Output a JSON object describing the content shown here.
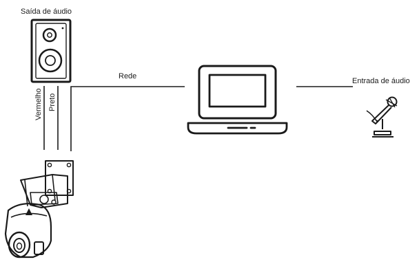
{
  "labels": {
    "audio_output": "Saída de áudio",
    "audio_input": "Entrada de áudio",
    "network": "Rede",
    "wire_red": "Vermelho",
    "wire_black": "Preto"
  },
  "icons": {
    "speaker": "speaker-icon",
    "laptop": "laptop-icon",
    "microphone": "microphone-icon",
    "camera": "speed-dome-camera-icon"
  }
}
